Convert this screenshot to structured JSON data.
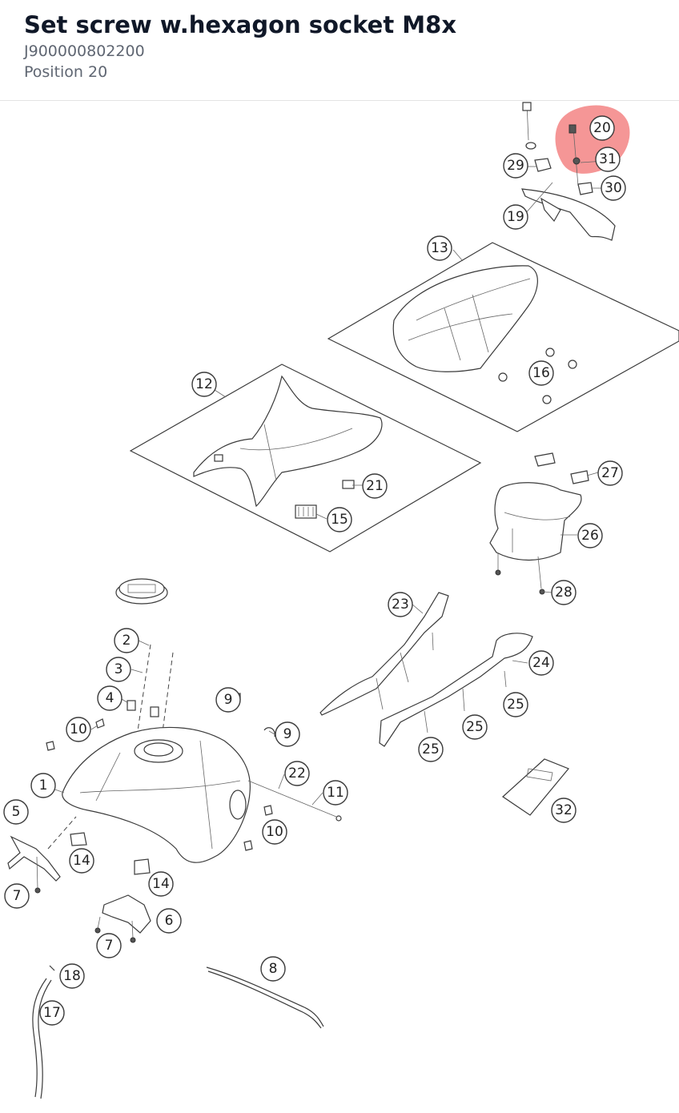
{
  "header": {
    "title": "Set screw w.hexagon socket M8x",
    "part_number": "J900000802200",
    "position": "Position 20"
  },
  "diagram": {
    "highlight_color": "#f48b8b",
    "highlighted_part": "20",
    "callouts": {
      "c20": "20",
      "c31": "31",
      "c29": "29",
      "c30": "30",
      "c19": "19",
      "c13": "13",
      "c16": "16",
      "c12": "12",
      "c21": "21",
      "c15": "15",
      "c27": "27",
      "c26": "26",
      "c28": "28",
      "c23": "23",
      "c24": "24",
      "c25a": "25",
      "c25b": "25",
      "c25c": "25",
      "c2": "2",
      "c3": "3",
      "c4": "4",
      "c10a": "10",
      "c9a": "9",
      "c9b": "9",
      "c22": "22",
      "c11": "11",
      "c1": "1",
      "c5": "5",
      "c10b": "10",
      "c14a": "14",
      "c14b": "14",
      "c7a": "7",
      "c6": "6",
      "c7b": "7",
      "c32": "32",
      "c8": "8",
      "c18": "18",
      "c17": "17"
    }
  }
}
